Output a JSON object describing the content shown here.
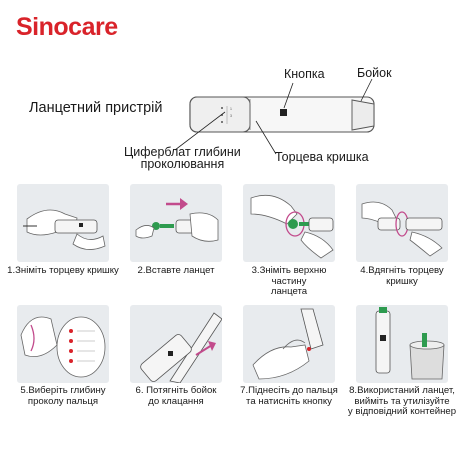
{
  "brand": {
    "logo_text": "Sinocare",
    "logo_color": "#d9232a"
  },
  "device": {
    "title": "Ланцетний пристрій",
    "labels": {
      "button": "Кнопка",
      "plunger": "Бойок",
      "depth_dial_line1": "Циферблат глибини",
      "depth_dial_line2": "проколювання",
      "end_cap": "Торцева кришка"
    }
  },
  "steps": [
    {
      "line1": "1.Зніміть торцеву кришку",
      "line2": ""
    },
    {
      "line1": "2.Вставте ланцет",
      "line2": ""
    },
    {
      "line1": "3.Зніміть верхню частину",
      "line2": "ланцета"
    },
    {
      "line1": "4.Вдягніть торцеву кришку",
      "line2": ""
    },
    {
      "line1": "5.Виберіть глибину",
      "line2": "проколу пальця"
    },
    {
      "line1": "6. Потягніть бойок",
      "line2": "до клацання"
    },
    {
      "line1": "7.Піднесіть до пальця",
      "line2": "та натисніть кнопку"
    },
    {
      "line1": "8.Використаний ланцет,",
      "line2": "вийміть та утилізуйте",
      "line3": "у відповідний контейнер"
    }
  ],
  "colors": {
    "accent_green": "#2e9b4f",
    "accent_pink": "#c24b8c",
    "panel_bg": "#e8ebee"
  }
}
